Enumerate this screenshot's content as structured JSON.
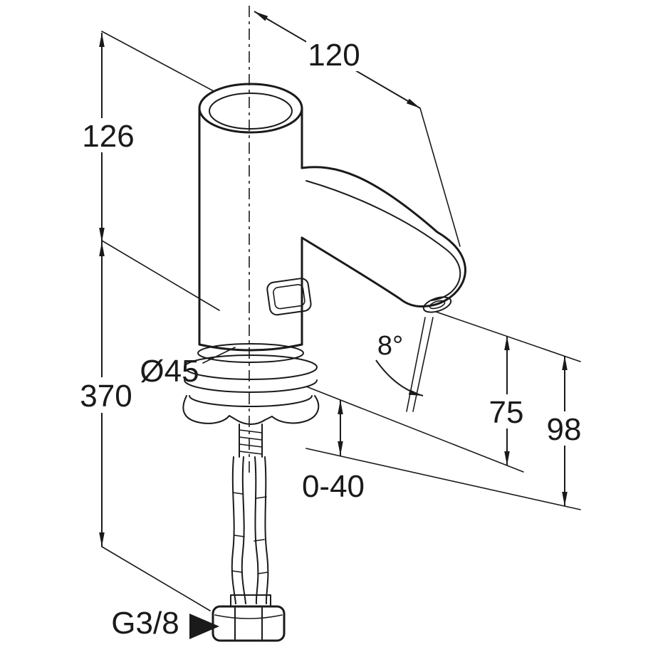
{
  "drawing": {
    "labels": {
      "reach": "120",
      "height_top_section": "126",
      "height_total": "370",
      "body_diameter": "Ø45",
      "spout_angle": "8°",
      "outlet_to_deck_top": "75",
      "outlet_clearance": "98",
      "deck_thickness_range": "0-40",
      "connection_thread": "G3/8"
    },
    "line_color": "#1a1a1a",
    "background_color": "#ffffff"
  }
}
